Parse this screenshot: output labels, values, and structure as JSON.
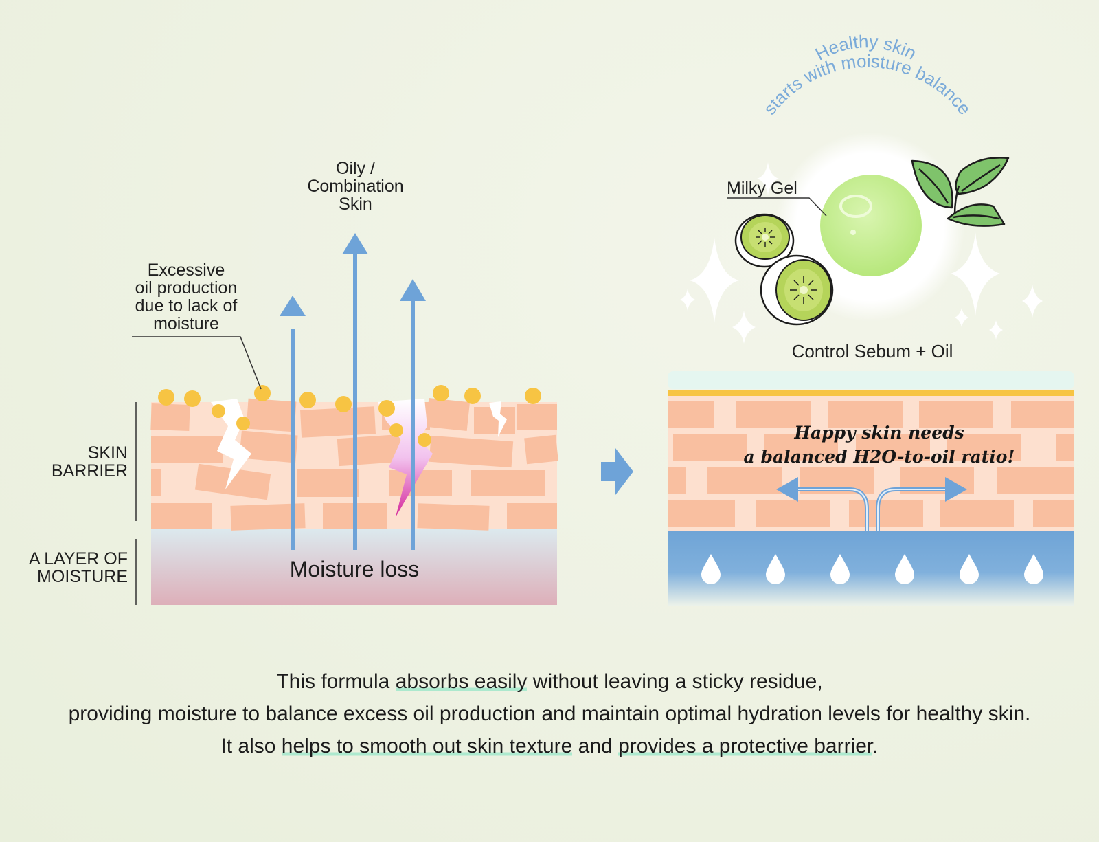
{
  "labels": {
    "oily": [
      "Oily /",
      "Combination",
      "Skin"
    ],
    "excessive": [
      "Excessive",
      "oil production",
      "due to lack of",
      "moisture"
    ],
    "skin_barrier": [
      "SKIN",
      "BARRIER"
    ],
    "moisture_layer": [
      "A LAYER OF",
      "MOISTURE"
    ],
    "moisture_loss": "Moisture loss",
    "arc_line1": "Healthy skin",
    "arc_line2": "starts with moisture balance",
    "milky_gel": "Milky Gel",
    "control": "Control Sebum + Oil",
    "happy_line1": "Happy skin needs",
    "happy_line2": "a balanced H2O-to-oil ratio!"
  },
  "description": {
    "line1": {
      "before": "This formula ",
      "hl": "absorbs easily",
      "after": " without leaving a sticky residue,"
    },
    "line2": "providing moisture to balance excess oil production and maintain optimal hydration levels for healthy skin.",
    "line3": {
      "before": "It also ",
      "hl1": "helps to smooth out skin texture",
      "mid": " and ",
      "hl2": "provides a protective barrier",
      "after": "."
    }
  },
  "colors": {
    "arrow_blue": "#6ea3d8",
    "brick": "#f9bfa0",
    "mortar": "#fde0cf",
    "oil_dot": "#f7c443",
    "moisture_blue": "#6fa4d6",
    "arc_text": "#7aaad9",
    "gel_green": "#c4ee8a",
    "leaf_green": "#7fc36b"
  },
  "icons": [
    "arrow-up-icon",
    "arrow-right-icon",
    "sparkle-icon",
    "kiwi-icon",
    "leaf-icon",
    "water-drop-icon",
    "crack-icon"
  ]
}
